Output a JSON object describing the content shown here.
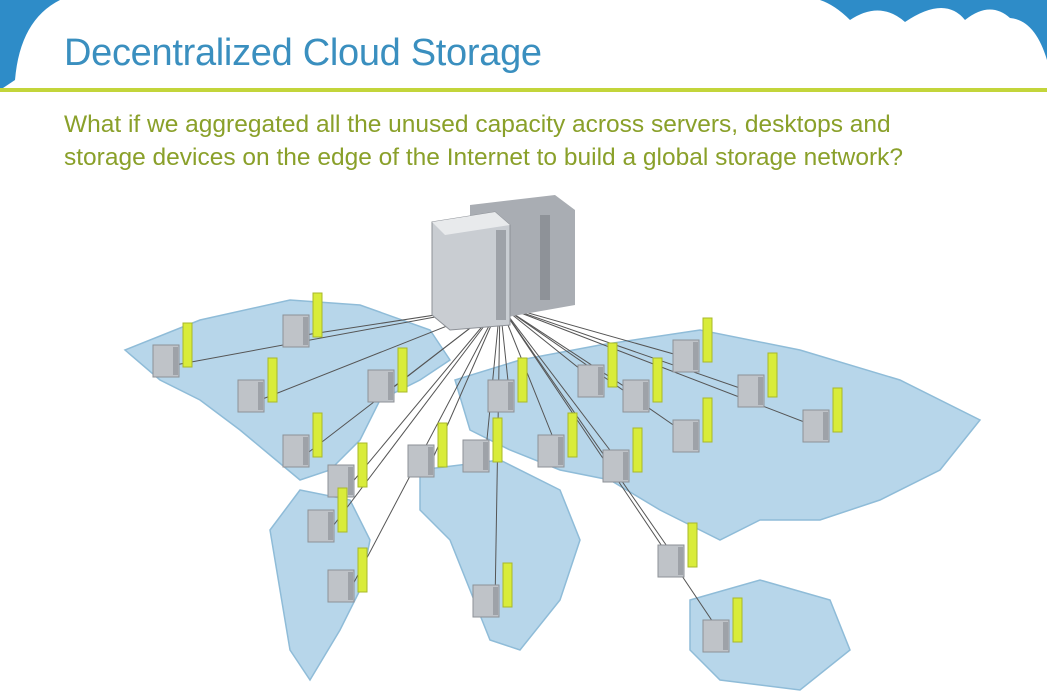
{
  "slide": {
    "title": "Decentralized Cloud Storage",
    "subtitle": "What if we aggregated all the unused capacity across servers, desktops and storage devices on the edge of the Internet to build a global storage network?"
  },
  "colors": {
    "cloud": "#2e8cc8",
    "rule": "#c3d53a",
    "title": "#3a8fbf",
    "subtitle": "#8aa02a",
    "map": "#b7d6ea",
    "label": "#d9ec3a"
  },
  "diagram": {
    "central_node": "central-server-icon",
    "edge_nodes": 22,
    "edge_node_icon": "server-icon"
  }
}
